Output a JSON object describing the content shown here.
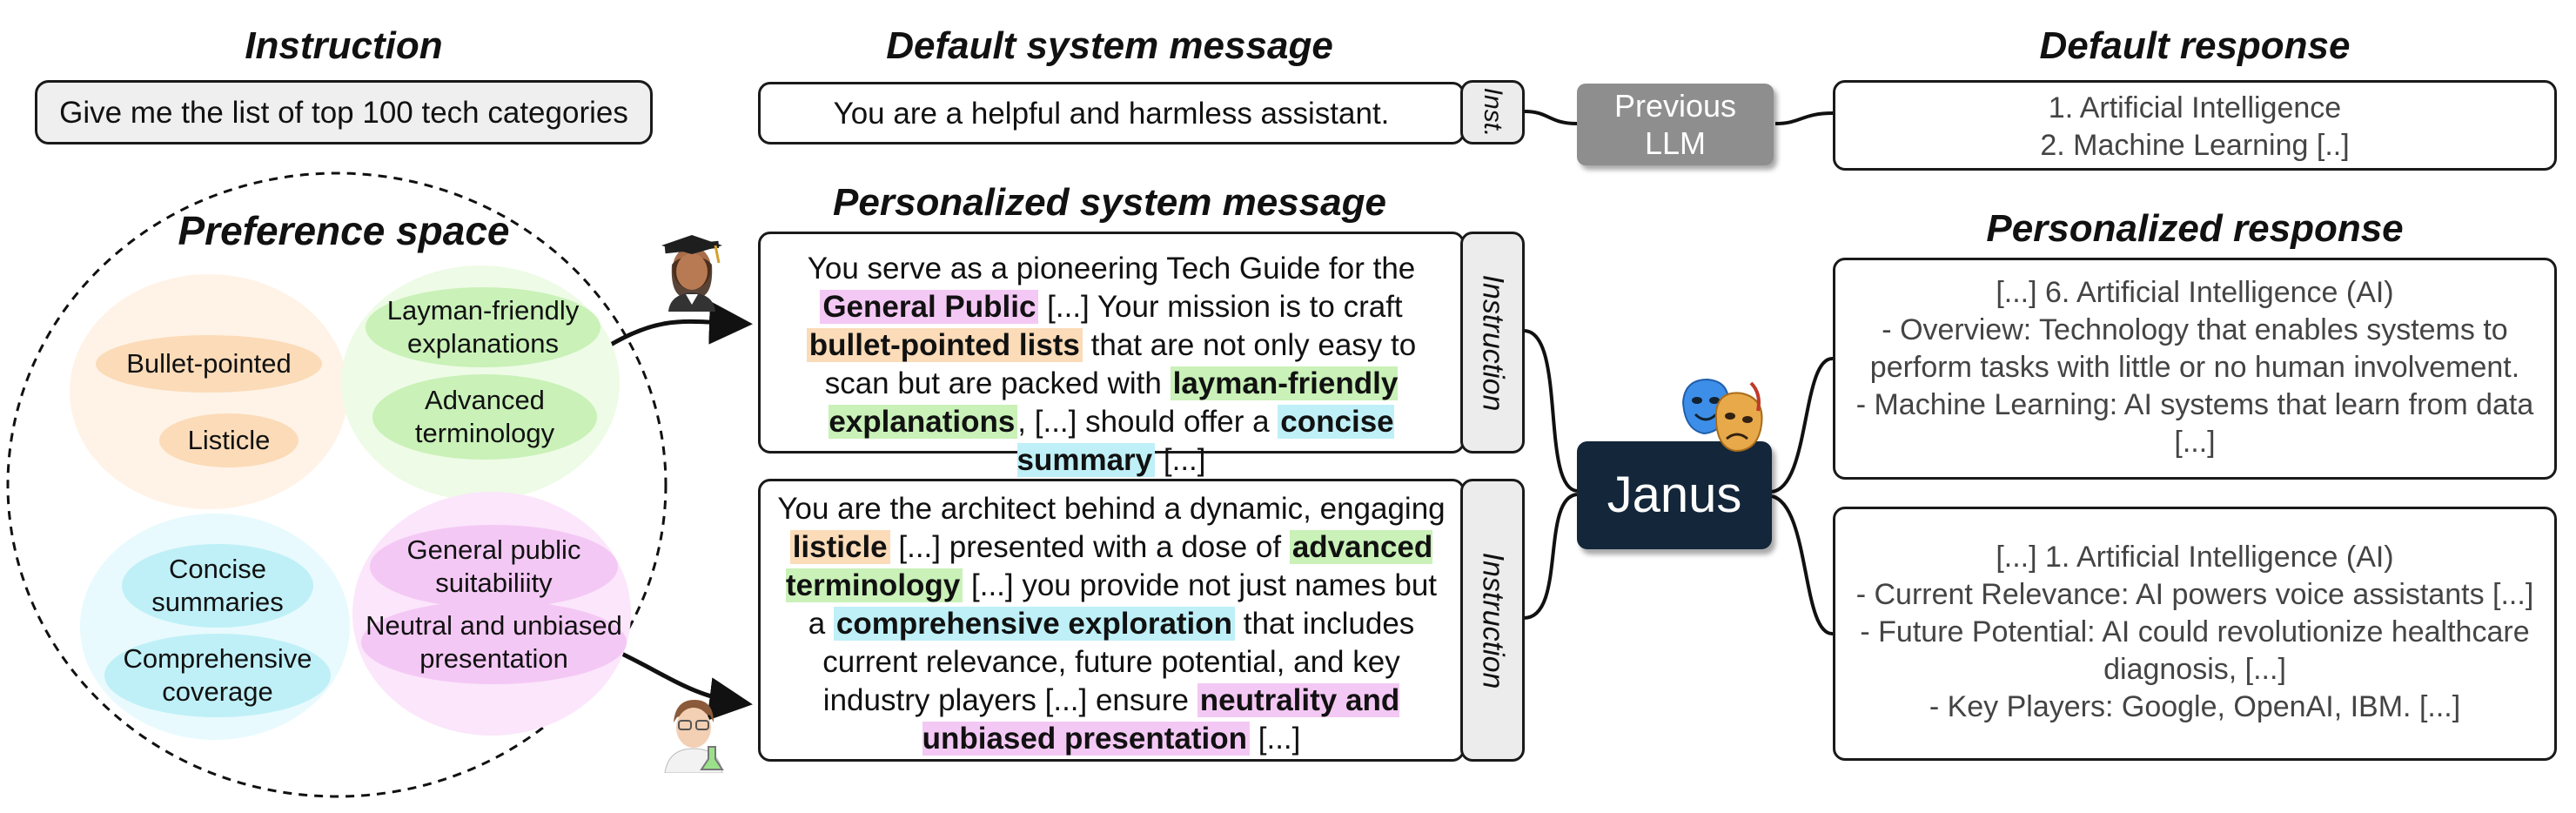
{
  "headings": {
    "instruction": "Instruction",
    "default_system": "Default system message",
    "default_response": "Default response",
    "preference_space": "Preference space",
    "personalized_system": "Personalized system message",
    "personalized_response": "Personalized response"
  },
  "instruction_text": "Give me the list of top 100 tech categories",
  "default_system_text": "You are a helpful and harmless assistant.",
  "inst_tab": "Inst.",
  "instruction_tab": "Instruction",
  "previous_llm": [
    "Previous",
    "LLM"
  ],
  "default_response_lines": [
    "1. Artificial Intelligence",
    "2. Machine Learning [..]"
  ],
  "janus_label": "Janus",
  "preference_groups": {
    "orange": [
      "Bullet-pointed",
      "Listicle"
    ],
    "green": [
      "Layman-friendly explanations",
      "Advanced terminology"
    ],
    "blue": [
      "Concise summaries",
      "Comprehensive coverage"
    ],
    "pink": [
      "General public suitabiliity",
      "Neutral and unbiased presentation"
    ]
  },
  "system_message_1": {
    "t1": "You serve as a pioneering Tech Guide for the ",
    "h1": "General Public",
    "t2": " [...] Your mission is to craft ",
    "h2": "bullet-pointed lists",
    "t3": " that are not only easy to scan but are packed with ",
    "h3": "layman-friendly explanations",
    "t4": ", [...] should offer a ",
    "h4": "concise summary",
    "t5": " [...]"
  },
  "system_message_2": {
    "t1": "You are the architect behind a dynamic, engaging ",
    "h1": "listicle",
    "t2": "  [...] presented with a dose of ",
    "h2": "advanced terminology",
    "t3": " [...] you provide not just names but a ",
    "h3": "comprehensive exploration",
    "t4": " that includes current relevance, future potential, and key industry players [...] ensure ",
    "h4": "neutrality and unbiased presentation",
    "t5": " [...]"
  },
  "personalized_response_1": [
    "[...] 6. Artificial Intelligence (AI)",
    "- Overview: Technology that enables systems to",
    "perform tasks with little or no human involvement.",
    "- Machine Learning: AI systems that learn from data",
    "[...]"
  ],
  "personalized_response_2": [
    "[...] 1. Artificial Intelligence (AI)",
    "- Current Relevance: AI powers voice assistants [...]",
    "- Future Potential: AI could revolutionize healthcare",
    "diagnosis, [...]",
    "- Key Players: Google, OpenAI, IBM. [...]"
  ],
  "colors": {
    "orange": "#fbdbb8",
    "green": "#c9f1b8",
    "blue": "#bff0f7",
    "pink": "#f4c8f4",
    "janus": "#13263a",
    "previous_llm": "#8e8e8e"
  },
  "icons": [
    "student-icon",
    "scientist-icon",
    "theater-masks-icon"
  ]
}
